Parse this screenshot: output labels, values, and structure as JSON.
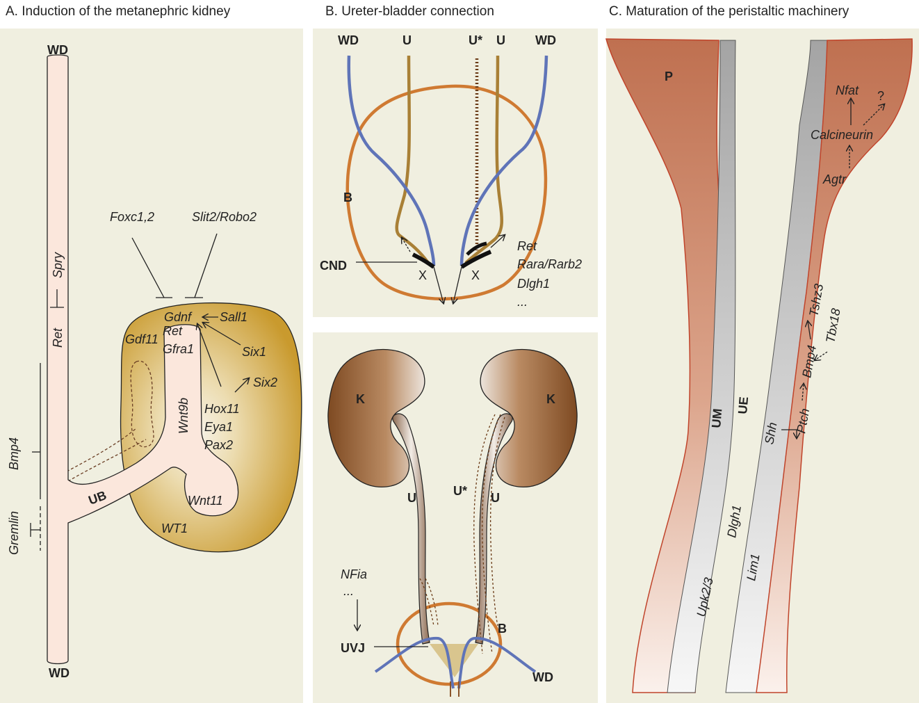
{
  "panels": {
    "a": {
      "title": "A. Induction of the metanephric kidney"
    },
    "b": {
      "title": "B. Ureter-bladder connection"
    },
    "c": {
      "title": "C. Maturation of the peristaltic machinery"
    }
  },
  "labels_a": {
    "wd_top": "WD",
    "wd_bottom": "WD",
    "ub": "UB",
    "spry": "Spry",
    "ret_duct": "Ret",
    "bmp4": "Bmp4",
    "gremlin": "Gremlin",
    "foxc": "Foxc1,2",
    "slit": "Slit2/Robo2",
    "gdnf": "Gdnf",
    "sall1": "Sall1",
    "gdf11": "Gdf11",
    "six1": "Six1",
    "ret_bud": "Ret",
    "gfra1": "Gfra1",
    "wnt9b": "Wnt9b",
    "six2": "Six2",
    "hox11": "Hox11",
    "eya1": "Eya1",
    "pax2": "Pax2",
    "wnt11": "Wnt11",
    "wt1": "WT1"
  },
  "labels_b_top": {
    "wd_left": "WD",
    "u_left": "U",
    "u_star": "U*",
    "u_right": "U",
    "wd_right": "WD",
    "b": "B",
    "cnd": "CND",
    "x_left": "X",
    "x_right": "X",
    "ret": "Ret",
    "rara": "Rara/Rarb2",
    "dlgh1": "Dlgh1",
    "ellipsis": "..."
  },
  "labels_b_bottom": {
    "k_left": "K",
    "k_right": "K",
    "u_left": "U",
    "u_star": "U*",
    "u_right": "U",
    "nfia": "NFia",
    "ellipsis": "...",
    "uvj": "UVJ",
    "b": "B",
    "wd": "WD"
  },
  "labels_c": {
    "p": "P",
    "nfat": "Nfat",
    "question": "?",
    "calcineurin": "Calcineurin",
    "agtr": "Agtr",
    "tshz3": "Tshz3",
    "bmp4": "Bmp4",
    "tbx18": "Tbx18",
    "ptch": "Ptch",
    "shh": "Shh",
    "um": "UM",
    "ue": "UE",
    "dlgh1": "Dlgh1",
    "upk": "Upk2/3",
    "lim1": "Lim1"
  },
  "colors": {
    "background": "#f0efe0",
    "duct_fill": "#fbe7dc",
    "mesenchyme_gold": "#d2a43e",
    "wolffian_blue": "#5f74b8",
    "ureter_brown": "#a98036",
    "bladder_orange": "#cf7a32",
    "kidney_brown": "#8a5429",
    "smooth_muscle": "#c47a5e",
    "epithelium_grey": "#a9a9a9"
  }
}
